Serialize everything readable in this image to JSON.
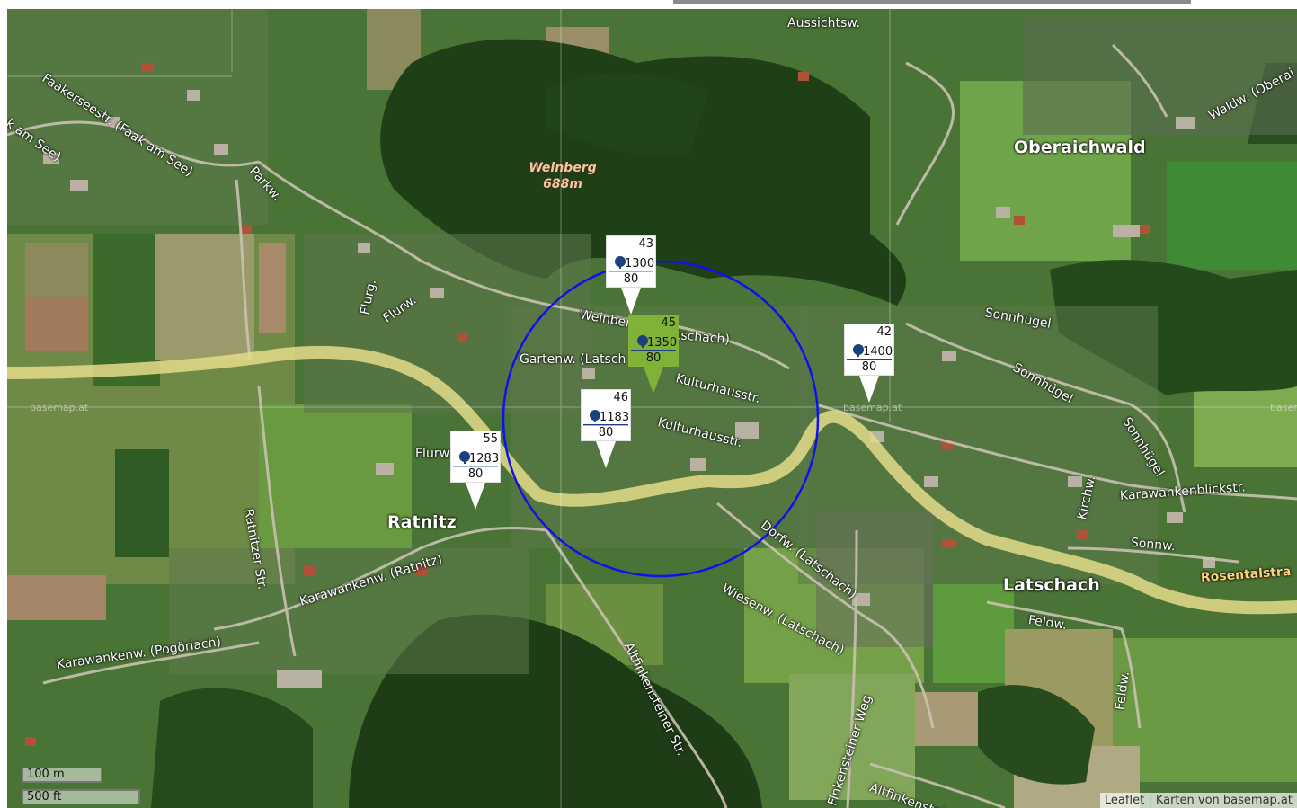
{
  "map": {
    "labels": {
      "oberaichwald": "Oberaichwald",
      "latschach": "Latschach",
      "ratnitz": "Ratnitz",
      "aussichtsw": "Aussichtsw.",
      "faakerseestr": "Faakerseestr. (Faak am See)",
      "faakamsee": "k am See)",
      "parkw": "Parkw.",
      "flurg": "Flurg.",
      "flurw_upper": "Flurw.",
      "weinbergw": "Weinberg",
      "latschach_weinb": "tschach)",
      "gartenw": "Gartenw. (Latsch",
      "kulturhausstr1": "Kulturhausstr.",
      "kulturhausstr2": "Kulturhausstr.",
      "flurw": "Flurw",
      "ratnitzer": "Ratnitzer Str.",
      "karawankenw_ratnitz": "Karawankenw. (Ratnitz)",
      "karawankenw_pogoriach": "Karawankenw. (Pogöriach)",
      "altfinkensteiner": "Altfinkensteiner Str.",
      "dorfw": "Dorfw. (Latschach)",
      "wiesenw": "Wiesenw. (Latschach)",
      "sonnhuegel1": "Sonnhügel",
      "sonnhuegel2": "Sonnhügel",
      "sonnhuegel3": "Sonnhügel",
      "karawankenblickstr": "Karawankenblickstr.",
      "kirchw": "Kirchw.",
      "sonnw": "Sonnw.",
      "feldw1": "Feldw.",
      "feldw2": "Feldw.",
      "rosentalstr": "Rosentalstra",
      "finkensteiner_weg": "Finkensteiner Weg",
      "altfinkensteiner_weg": "Altfinkensteiner Weg",
      "waldw": "Waldw. (Oberai",
      "peak_name": "Weinberg",
      "peak_elev": "688m",
      "watermark": "basemap.at"
    },
    "markers": [
      {
        "number": "43",
        "altitude": "1300",
        "value": "80",
        "selected": false
      },
      {
        "number": "45",
        "altitude": "1350",
        "value": "80",
        "selected": true
      },
      {
        "number": "42",
        "altitude": "1400",
        "value": "80",
        "selected": false
      },
      {
        "number": "46",
        "altitude": "1183",
        "value": "80",
        "selected": false
      },
      {
        "number": "55",
        "altitude": "1283",
        "value": "80",
        "selected": false
      }
    ],
    "colors": {
      "circle": "#1010ee",
      "road_highlight": "#e4dc8a",
      "marker_selected": "#7fb236",
      "pin": "#1c3f7e"
    }
  },
  "scale": {
    "metric": "100 m",
    "imperial": "500 ft"
  },
  "attribution": "Leaflet | Karten von basemap.at"
}
